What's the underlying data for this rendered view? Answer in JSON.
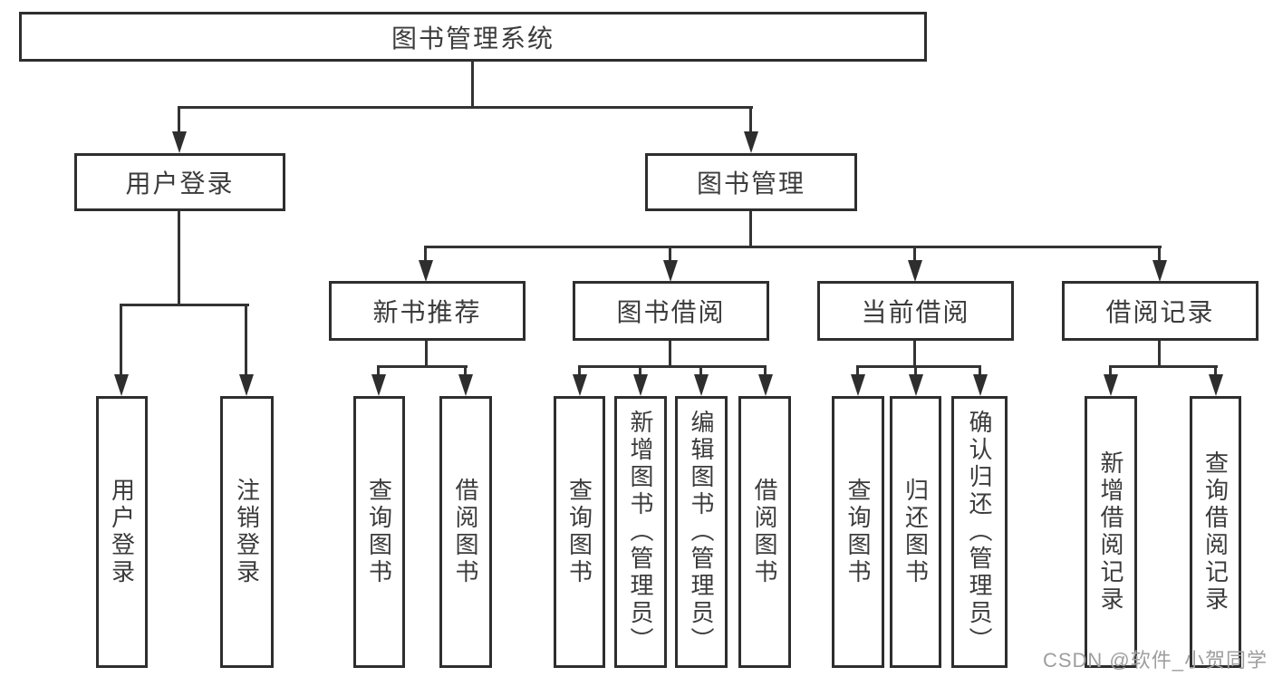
{
  "diagram": {
    "title_node": {
      "label": "图书管理系统"
    },
    "level2": [
      {
        "label": "用户登录"
      },
      {
        "label": "图书管理"
      }
    ],
    "level3": [
      {
        "label": "新书推荐"
      },
      {
        "label": "图书借阅"
      },
      {
        "label": "当前借阅"
      },
      {
        "label": "借阅记录"
      }
    ],
    "leaves": {
      "login": [
        {
          "label": "用户登录"
        },
        {
          "label": "注销登录"
        }
      ],
      "newbook": [
        {
          "label": "查询图书"
        },
        {
          "label": "借阅图书"
        }
      ],
      "borrow": [
        {
          "label": "查询图书"
        },
        {
          "label": "新增图书（管理员）"
        },
        {
          "label": "编辑图书（管理员）"
        },
        {
          "label": "借阅图书"
        }
      ],
      "current": [
        {
          "label": "查询图书"
        },
        {
          "label": "归还图书"
        },
        {
          "label": "确认归还（管理员）"
        }
      ],
      "records": [
        {
          "label": "新增借阅记录"
        },
        {
          "label": "查询借阅记录"
        }
      ]
    },
    "watermark": "CSDN @软件_小贺同学",
    "colors": {
      "line": "#333333",
      "border": "#2e2e2e",
      "box_bg": "#ffffff",
      "text": "#3b3b3b",
      "watermark": "#9e9e9e"
    }
  }
}
